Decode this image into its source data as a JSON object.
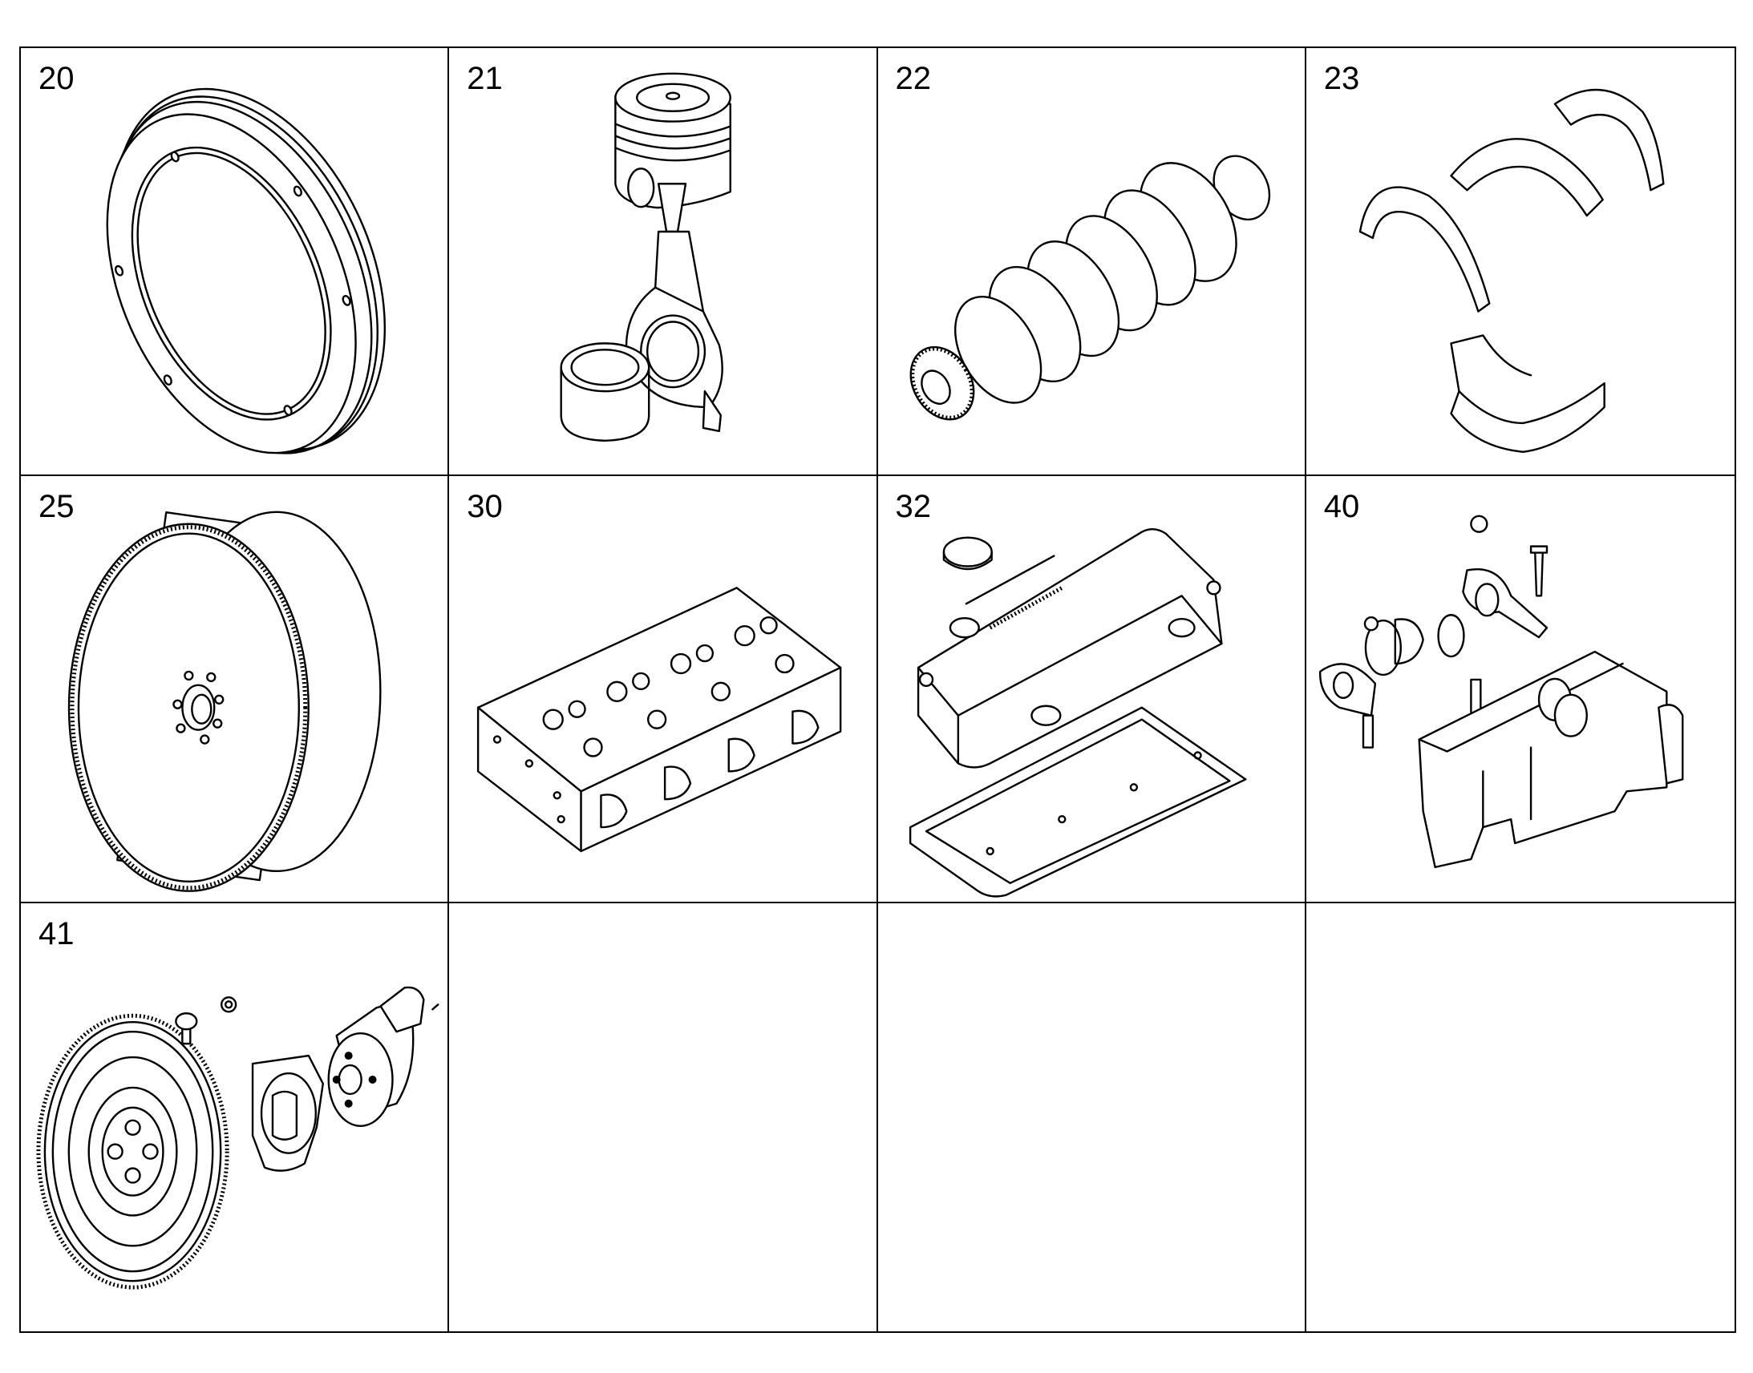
{
  "cells": [
    {
      "number": "20",
      "icon": "flywheel-housing-icon"
    },
    {
      "number": "21",
      "icon": "piston-connecting-rod-icon"
    },
    {
      "number": "22",
      "icon": "crankshaft-icon"
    },
    {
      "number": "23",
      "icon": "bearing-shells-icon"
    },
    {
      "number": "25",
      "icon": "flywheel-ring-gear-icon"
    },
    {
      "number": "30",
      "icon": "cylinder-head-icon"
    },
    {
      "number": "32",
      "icon": "valve-cover-gasket-icon"
    },
    {
      "number": "40",
      "icon": "rocker-arm-assembly-icon"
    },
    {
      "number": "41",
      "icon": "idler-gear-assembly-icon"
    },
    {
      "number": ""
    },
    {
      "number": ""
    },
    {
      "number": ""
    }
  ]
}
